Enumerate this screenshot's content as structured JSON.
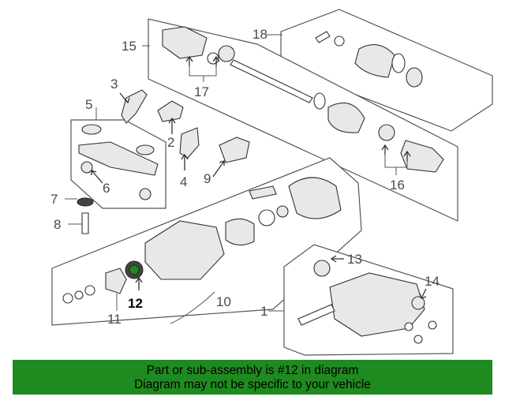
{
  "diagram": {
    "highlighted_callout": "12",
    "accent_color": "#1f8a1f",
    "callouts": {
      "c1": "1",
      "c2": "2",
      "c3": "3",
      "c4": "4",
      "c5": "5",
      "c6": "6",
      "c7": "7",
      "c8": "8",
      "c9": "9",
      "c10": "10",
      "c11": "11",
      "c12": "12",
      "c13": "13",
      "c14": "14",
      "c15": "15",
      "c16": "16",
      "c17": "17",
      "c18": "18"
    }
  },
  "banner": {
    "line1": "Part or sub-assembly is #12 in diagram",
    "line2": "Diagram may not be specific to your vehicle"
  }
}
